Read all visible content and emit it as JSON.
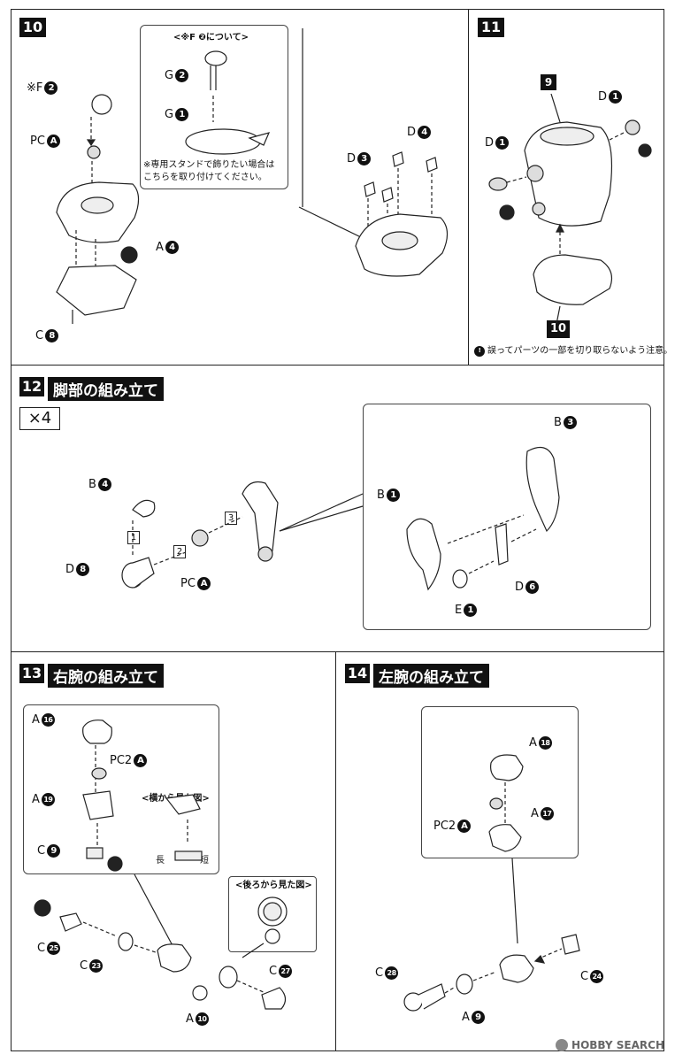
{
  "step10": {
    "num": "10",
    "inset_title": "<※F ❷について>",
    "inset_note": [
      "※専用スタンドで飾りたい場合は",
      "こちらを取り付けてください。"
    ],
    "labels": {
      "f2_prefix": "※F",
      "f2": "2",
      "pca": "PC",
      "pca_n": "A",
      "a4": "A",
      "a4_n": "4",
      "c8": "C",
      "c8_n": "8",
      "g2": "G",
      "g2_n": "2",
      "g1": "G",
      "g1_n": "1",
      "d3": "D",
      "d3_n": "3",
      "d4": "D",
      "d4_n": "4"
    }
  },
  "step11": {
    "num": "11",
    "part9": "9",
    "part10": "10",
    "d1a": "D",
    "d1a_n": "1",
    "d1b": "D",
    "d1b_n": "1",
    "caution": "誤ってパーツの一部を切り取らないよう注意。"
  },
  "step12": {
    "num": "12",
    "title": "脚部の組み立て",
    "multiplier": "×4",
    "labels": {
      "b4": "B",
      "b4_n": "4",
      "d8": "D",
      "d8_n": "8",
      "pca": "PC",
      "pca_n": "A",
      "b3": "B",
      "b3_n": "3",
      "b1": "B",
      "b1_n": "1",
      "d6": "D",
      "d6_n": "6",
      "e1": "E",
      "e1_n": "1"
    },
    "order": [
      "1",
      "2",
      "3"
    ]
  },
  "step13": {
    "num": "13",
    "title": "右腕の組み立て",
    "side_view": "<横から見た図>",
    "back_view": "<後ろから見た図>",
    "long_label": "長",
    "short_label": "短",
    "labels": {
      "a16": "A",
      "a16_n": "16",
      "pc2a": "PC2",
      "pc2a_n": "A",
      "a19": "A",
      "a19_n": "19",
      "c9": "C",
      "c9_n": "9",
      "c25": "C",
      "c25_n": "25",
      "c23": "C",
      "c23_n": "23",
      "a10": "A",
      "a10_n": "10",
      "c27": "C",
      "c27_n": "27"
    }
  },
  "step14": {
    "num": "14",
    "title": "左腕の組み立て",
    "labels": {
      "a18": "A",
      "a18_n": "18",
      "pc2a": "PC2",
      "pc2a_n": "A",
      "a17": "A",
      "a17_n": "17",
      "c28": "C",
      "c28_n": "28",
      "a9": "A",
      "a9_n": "9",
      "c24": "C",
      "c24_n": "24"
    }
  },
  "watermark": "HOBBY SEARCH"
}
